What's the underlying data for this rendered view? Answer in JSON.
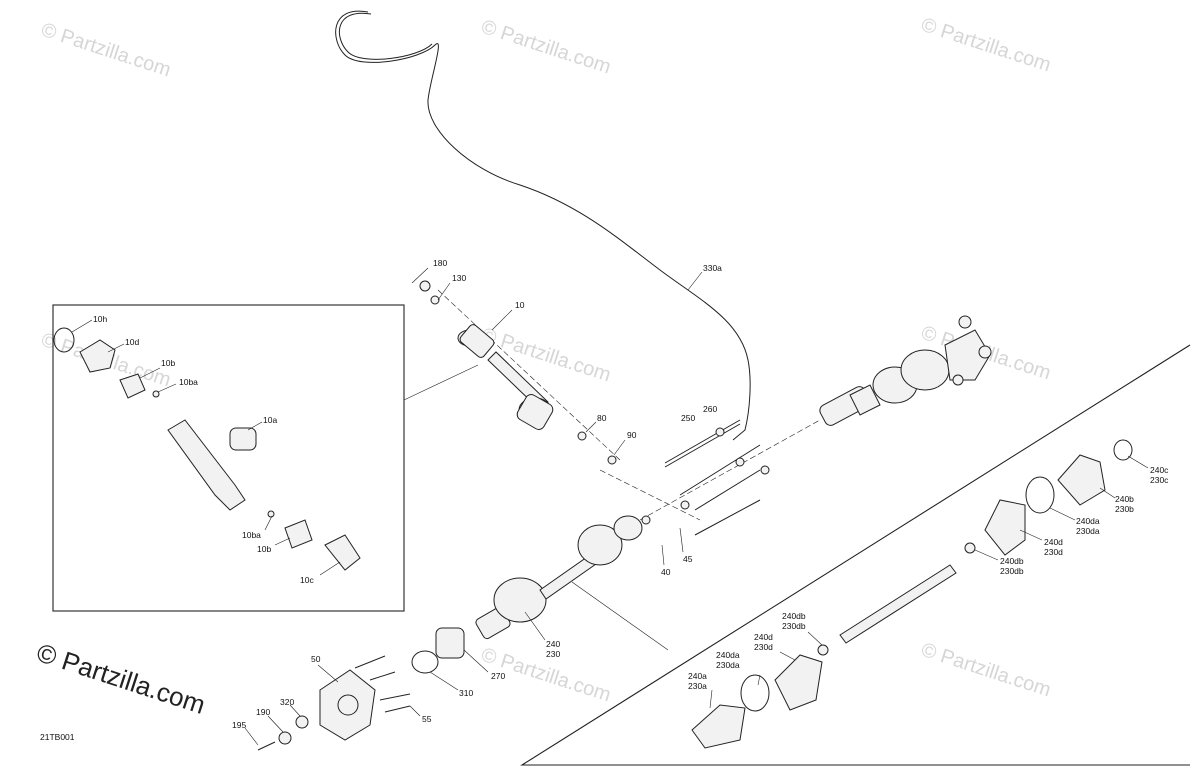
{
  "watermark": "© Partzilla.com",
  "diagram_code": "21TB001",
  "labels": {
    "l10h": "10h",
    "l10d": "10d",
    "l10b_top": "10b",
    "l10ba_top": "10ba",
    "l10a": "10a",
    "l10ba_bot": "10ba",
    "l10b_bot": "10b",
    "l10c": "10c",
    "l180": "180",
    "l130": "130",
    "l10": "10",
    "l330a": "330a",
    "l80": "80",
    "l90": "90",
    "l250": "250",
    "l260": "260",
    "l40": "40",
    "l45": "45",
    "l240_a": "240",
    "l230_a": "230",
    "l270": "270",
    "l310": "310",
    "l50": "50",
    "l55": "55",
    "l320": "320",
    "l190": "190",
    "l195": "195",
    "l240c": "240c",
    "l230c": "230c",
    "l240b": "240b",
    "l230b": "230b",
    "l240da_r": "240da",
    "l230da_r": "230da",
    "l240d_r": "240d",
    "l230d_r": "230d",
    "l240db_r": "240db",
    "l230db_r": "230db",
    "l240db_l": "240db",
    "l230db_l": "230db",
    "l240d_l": "240d",
    "l230d_l": "230d",
    "l240da_l": "240da",
    "l230da_l": "230da",
    "l240a": "240a",
    "l230a": "230a"
  }
}
